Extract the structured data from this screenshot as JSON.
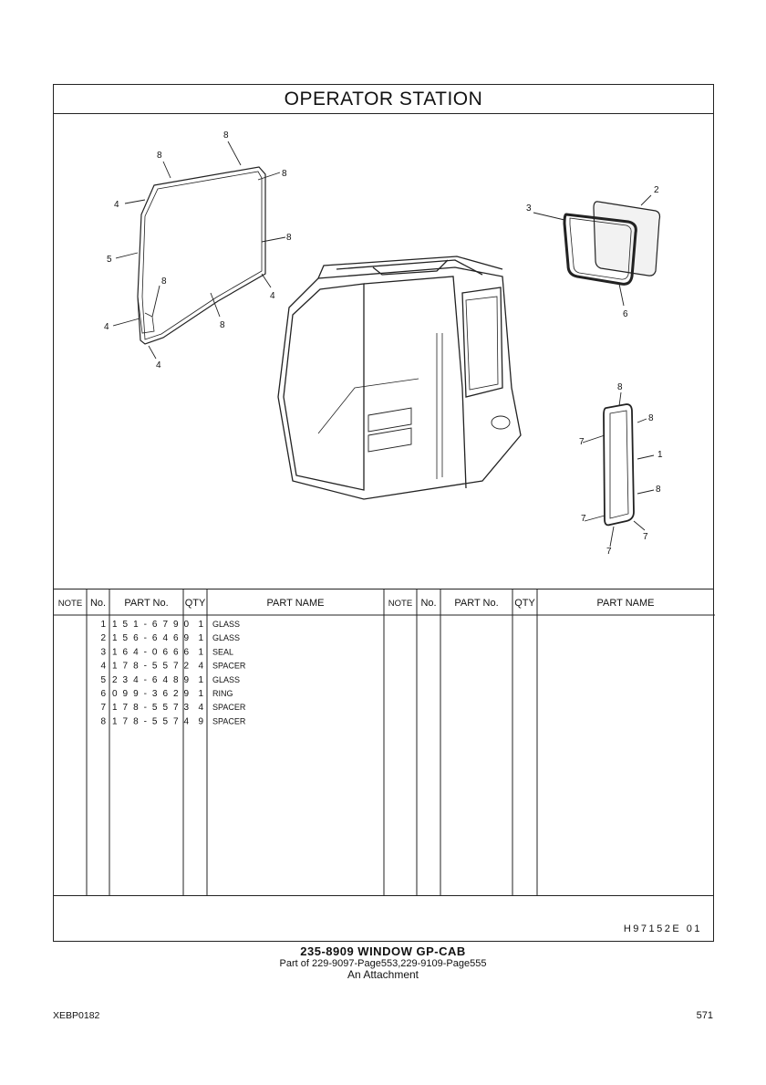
{
  "title": "OPERATOR   STATION",
  "headers": {
    "note": "NOTE",
    "no": "No.",
    "part_no": "PART No.",
    "qty": "QTY",
    "part_name": "PART NAME"
  },
  "parts": [
    {
      "no": "1",
      "part_no": "151-6790",
      "qty": "1",
      "name": "GLASS"
    },
    {
      "no": "2",
      "part_no": "156-6469",
      "qty": "1",
      "name": "GLASS"
    },
    {
      "no": "3",
      "part_no": "164-0666",
      "qty": "1",
      "name": "SEAL"
    },
    {
      "no": "4",
      "part_no": "178-5572",
      "qty": "4",
      "name": "SPACER"
    },
    {
      "no": "5",
      "part_no": "234-6489",
      "qty": "1",
      "name": "GLASS"
    },
    {
      "no": "6",
      "part_no": "099-3629",
      "qty": "1",
      "name": "RING"
    },
    {
      "no": "7",
      "part_no": "178-5573",
      "qty": "4",
      "name": "SPACER"
    },
    {
      "no": "8",
      "part_no": "178-5574",
      "qty": "9",
      "name": "SPACER"
    }
  ],
  "callouts": {
    "c1": "1",
    "c2": "2",
    "c3": "3",
    "c4": "4",
    "c5": "5",
    "c6": "6",
    "c7": "7",
    "c8": "8"
  },
  "footer_code": "H97152E   01",
  "caption": {
    "line1": "235-8909  WINDOW  GP-CAB",
    "line2": "Part of 229-9097-Page553,229-9109-Page555",
    "line3": "An Attachment"
  },
  "doc_id": "XEBP0182",
  "page_number": "571"
}
